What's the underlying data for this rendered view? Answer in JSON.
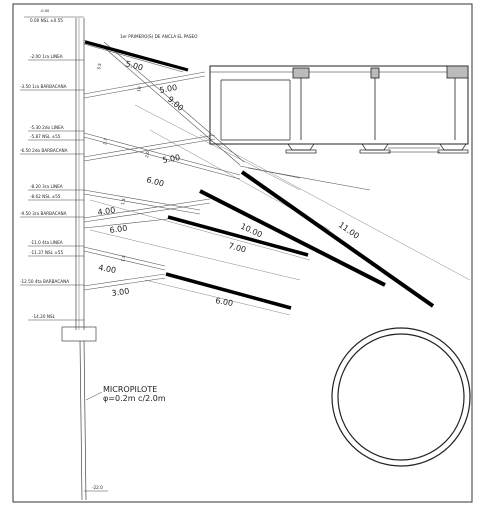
{
  "top_note": "-0.00",
  "top_level": "0.00 NSL ±0.55",
  "note_first_row": "1er PRIMERO(S) DE ANCLA EL PASEO",
  "levels": [
    {
      "name": "-2.00 1ra LINEA"
    },
    {
      "name": "-3.50 1ra BARBACANA"
    },
    {
      "name": "-5.30 2do LINEA"
    },
    {
      "name": "-6.50 2do BARBACANA"
    },
    {
      "name": "-5.87 NSL ±55"
    },
    {
      "name": "-8.20 3ra LINEA"
    },
    {
      "name": "-8.62 NSL ±55"
    },
    {
      "name": "-9.50 3ra BARBACANA"
    },
    {
      "name": "-11.0 4ta LINEA"
    },
    {
      "name": "-11.37 NSL ±55"
    },
    {
      "name": "-12.50 4ta BARBACANA"
    },
    {
      "name": "-14.20 NSL"
    }
  ],
  "bottom_level": "-22.0",
  "micropile": {
    "title": "MICROPILOTE",
    "spec": "φ=0.2m c/2.0m"
  },
  "anchors": {
    "free_lengths": [
      "5.00",
      "5.00",
      "9.00",
      "5.00",
      "6.00",
      "4.00",
      "6.00",
      "4.00",
      "3.00"
    ],
    "bond_lengths": [
      "10.00",
      "7.00",
      "11.00",
      "6.00"
    ],
    "small_dims": [
      "3.5",
      "10",
      "2.7",
      "2.0",
      "1.5",
      "1.5"
    ]
  }
}
